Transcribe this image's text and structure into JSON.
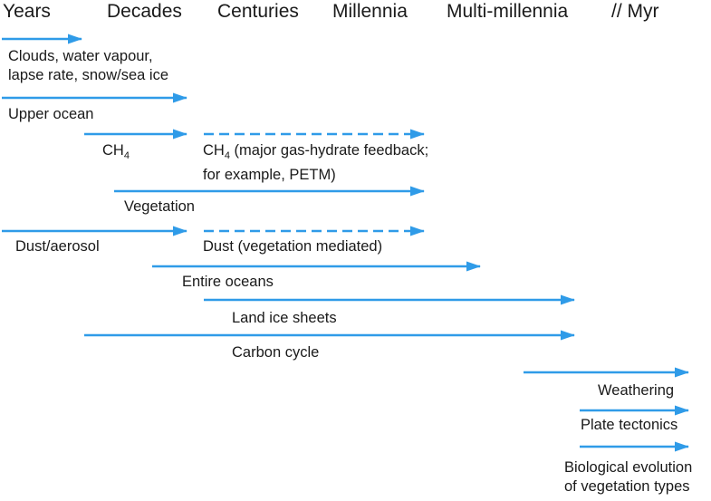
{
  "colors": {
    "arrow": "#2f9be8",
    "text": "#1a1a1a",
    "background": "#ffffff"
  },
  "header": {
    "years": "Years",
    "decades": "Decades",
    "centuries": "Centuries",
    "millennia": "Millennia",
    "multi_millennia": "Multi-millennia",
    "myr": "// Myr"
  },
  "labels": {
    "clouds_line1": "Clouds, water vapour,",
    "clouds_line2": "lapse rate, snow/sea ice",
    "upper_ocean": "Upper ocean",
    "ch4_short_base": "CH",
    "ch4_short_sub": "4",
    "ch4_long_base": "CH",
    "ch4_long_sub": "4",
    "ch4_long_rest": " (major gas-hydrate feedback;",
    "ch4_long_line2": "for example, PETM)",
    "vegetation": "Vegetation",
    "dust_aerosol": "Dust/aerosol",
    "dust_veg": "Dust (vegetation mediated)",
    "entire_oceans": "Entire oceans",
    "land_ice": "Land ice sheets",
    "carbon_cycle": "Carbon cycle",
    "weathering": "Weathering",
    "plate_tectonics": "Plate tectonics",
    "bio_line1": "Biological evolution",
    "bio_line2": "of vegetation types"
  }
}
